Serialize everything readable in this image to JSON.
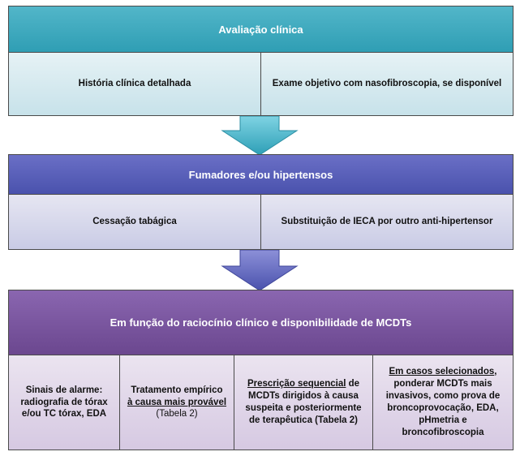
{
  "sections": [
    {
      "title": "Avaliação clínica",
      "cells": [
        "História clínica detalhada",
        "Exame objetivo com nasofibroscopia, se disponível"
      ]
    },
    {
      "title": "Fumadores e/ou hipertensos",
      "cells": [
        "Cessação tabágica",
        "Substituição de IECA por outro anti-hipertensor"
      ]
    },
    {
      "title": "Em função do raciocínio clínico e disponibilidade de MCDTs",
      "cells": [
        {
          "line1": "Sinais de alarme:",
          "line2": "radiografia de tórax",
          "line3": "e/ou TC tórax, EDA"
        },
        {
          "line1": "Tratamento empírico",
          "line2": "à causa mais provável",
          "line3": "(Tabela 2)"
        },
        {
          "line1": "Prescrição sequencial",
          "line1b": " de",
          "line2": "MCDTs dirigidos à causa",
          "line3": "suspeita e posteriormente",
          "line4": "de terapêutica (Tabela 2)"
        },
        {
          "line1": "Em casos selecionados",
          "line1b": ",",
          "line2": "ponderar MCDTs mais",
          "line3": "invasivos, como prova de",
          "line4": "broncoprovocação, EDA,",
          "line5": "pHmetria e",
          "line6": "broncofibroscopia"
        }
      ]
    }
  ],
  "colors": {
    "teal": "#2f9eb4",
    "blue": "#4a52ad",
    "purple": "#6b478f"
  }
}
